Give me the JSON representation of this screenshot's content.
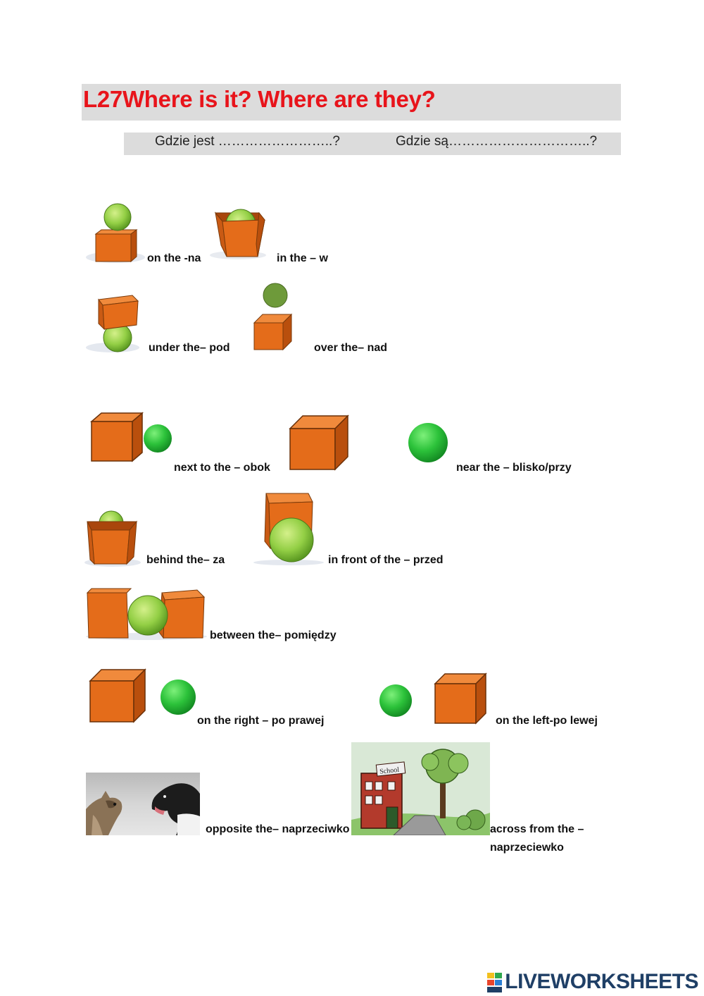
{
  "header": {
    "title": "L27Where is it?  Where are they?",
    "prompt_singular": "Gdzie jest ……………………..?",
    "prompt_plural": "Gdzie są…………………………..?"
  },
  "items": {
    "on": "on the -na",
    "in": "in the – w",
    "under": "under the– pod",
    "over": "over the– nad",
    "next_to": "next to the – obok",
    "near": "near the – blisko/przy",
    "behind": "behind the– za",
    "in_front": "in front of the – przed",
    "between": "between the– pomiędzy",
    "right": "on the right – po prawej",
    "left": "on the left-po lewej",
    "opposite": "opposite the– naprzeciwko",
    "across_line1": "across from the –",
    "across_line2": "naprzeciewko"
  },
  "school_sign": "School",
  "footer": {
    "brand": "LIVEWORKSHEETS"
  },
  "colors": {
    "title": "#e8141b",
    "box": "#e46c1a",
    "box_dark": "#b94f0d",
    "ball": "#8fd14a",
    "ball_bright": "#2fbf3a",
    "header_bg": "#dcdcdc"
  }
}
